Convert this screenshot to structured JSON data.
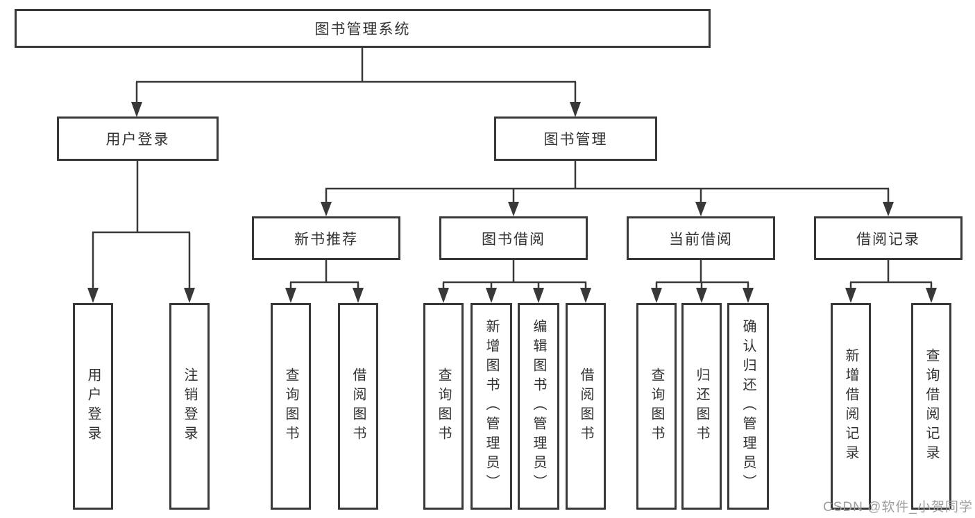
{
  "diagram_title": "图书管理系统",
  "tree": {
    "root": {
      "label": "图书管理系统",
      "children": [
        {
          "label": "用户登录",
          "children": [
            {
              "label": "用户登录"
            },
            {
              "label": "注销登录"
            }
          ]
        },
        {
          "label": "图书管理",
          "children": [
            {
              "label": "新书推荐",
              "children": [
                {
                  "label": "查询图书"
                },
                {
                  "label": "借阅图书"
                }
              ]
            },
            {
              "label": "图书借阅",
              "children": [
                {
                  "label": "查询图书"
                },
                {
                  "label": "新增图书（管理员）"
                },
                {
                  "label": "编辑图书（管理员）"
                },
                {
                  "label": "借阅图书"
                }
              ]
            },
            {
              "label": "当前借阅",
              "children": [
                {
                  "label": "查询图书"
                },
                {
                  "label": "归还图书"
                },
                {
                  "label": "确认归还（管理员）"
                }
              ]
            },
            {
              "label": "借阅记录",
              "children": [
                {
                  "label": "新增借阅记录"
                },
                {
                  "label": "查询借阅记录"
                }
              ]
            }
          ]
        }
      ]
    }
  },
  "watermark": "CSDN @软件_小贺同学",
  "colors": {
    "line": "#383838",
    "box_border": "#383838",
    "text": "#333333",
    "watermark": "#9e9e9e",
    "background": "#ffffff"
  }
}
